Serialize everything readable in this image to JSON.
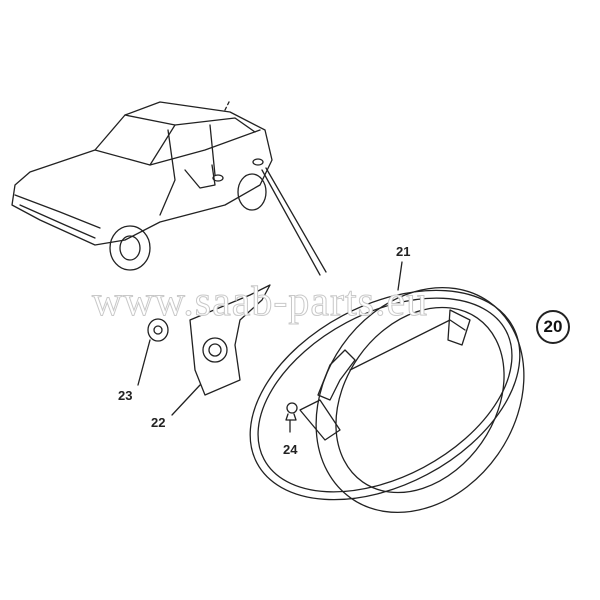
{
  "watermark": "www.saab-parts.eu",
  "group_number": "20",
  "callouts": [
    {
      "id": "21",
      "part": "door-handle-rod"
    },
    {
      "id": "22",
      "part": "lock-bracket"
    },
    {
      "id": "23",
      "part": "grommet"
    },
    {
      "id": "24",
      "part": "clip"
    }
  ]
}
